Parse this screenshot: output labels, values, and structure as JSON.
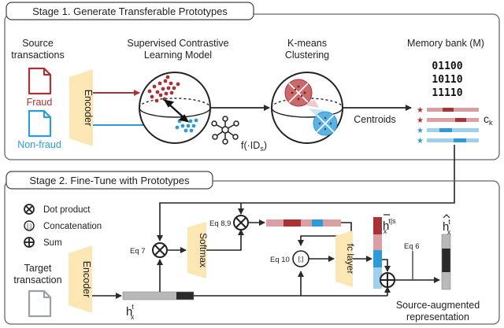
{
  "colors": {
    "fraud": "#a83236",
    "fraud_light": "#d9a0a3",
    "nonfraud": "#2e9bd8",
    "nonfraud_light": "#9fd0ec",
    "encoder_fill": "#fbe6b4",
    "dark": "#2a2a2a",
    "gray_bar": "#b9b9b9",
    "border": "#666666"
  },
  "stage1": {
    "title": "Stage 1. Generate Transferable Prototypes",
    "source_label_1": "Source",
    "source_label_2": "transactions",
    "fraud_label": "Fraud",
    "nonfraud_label": "Non-fraud",
    "encoder_label": "Encoder",
    "scl_label_1": "Supervised Contrastive",
    "scl_label_2": "Learning Model",
    "kmeans_label_1": "K-means",
    "kmeans_label_2": "Clustering",
    "memory_label": "Memory bank (M)",
    "bits": [
      "01100",
      "10110",
      "11110"
    ],
    "centroids_label": "Centroids",
    "ck_label": "c",
    "ck_sub": "k",
    "fid_label": "f(·ID",
    "fid_sub": "s",
    "fid_close": ")"
  },
  "stage2": {
    "title": "Stage 2. Fine-Tune with Prototypes",
    "legend": {
      "dot": "Dot product",
      "concat": "Concatenation",
      "sum": "Sum"
    },
    "concat_symbol": "[;]",
    "target_label_1": "Target",
    "target_label_2": "transaction",
    "encoder_label": "Encoder",
    "softmax_label": "Softmax",
    "fc_label": "fc layer",
    "eq7": "Eq 7",
    "eq89": "Eq 8,9",
    "eq10": "Eq 10",
    "eq6": "Eq 6",
    "h_main": "h",
    "h_sup": "t",
    "h_sub": "x",
    "htls_sup": "t|s",
    "hhat_sup": "t",
    "output_label_1": "Source-augmented",
    "output_label_2": "representation"
  }
}
